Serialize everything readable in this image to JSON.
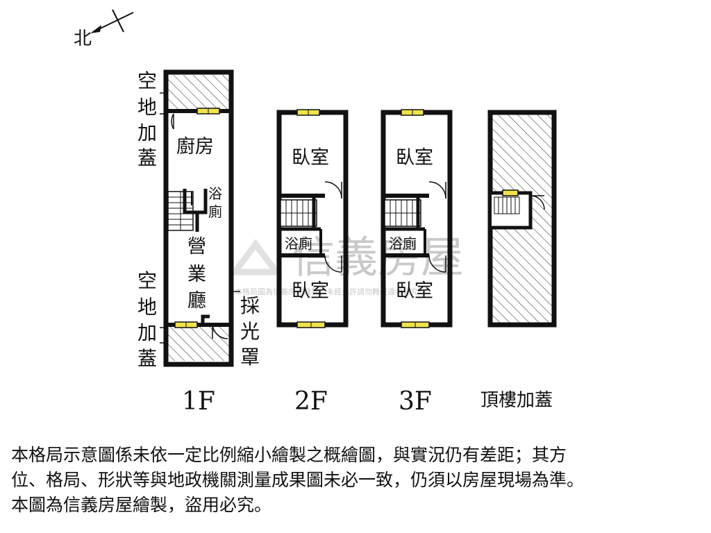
{
  "compass": {
    "label": "北"
  },
  "labels": {
    "kitchen": "廚房",
    "bath_1f_a": "浴",
    "bath_1f_b": "廁",
    "hall_1": "營",
    "hall_2": "業",
    "hall_3": "廳",
    "open_top": [
      "空",
      "地",
      "加",
      "蓋"
    ],
    "open_bottom": [
      "空",
      "地",
      "加",
      "蓋"
    ],
    "skylight": [
      "採",
      "光",
      "罩"
    ],
    "bed_2f_top": "臥室",
    "bed_2f_bottom": "臥室",
    "bath_2f": "浴廁",
    "bed_3f_top": "臥室",
    "bed_3f_bottom": "臥室",
    "bath_3f": "浴廁"
  },
  "floors": [
    "1F",
    "2F",
    "3F",
    "頂樓加蓋"
  ],
  "watermark": {
    "brand": "信義房屋",
    "text": "本格局圖為信義房屋繪製，未經允許請勿轉載違者必究"
  },
  "notes": [
    "本格局示意圖係未依一定比例縮小繪製之概繪圖，與實況仍有差距；其方",
    "位、格局、形狀等與地政機關測量成果圖未必一致，仍須以房屋現場為準。",
    "本圖為信義房屋繪製，盜用必究。"
  ],
  "colors": {
    "wall": "#111111",
    "window": "#f0e24a",
    "watermark": "#c9c9c9"
  }
}
